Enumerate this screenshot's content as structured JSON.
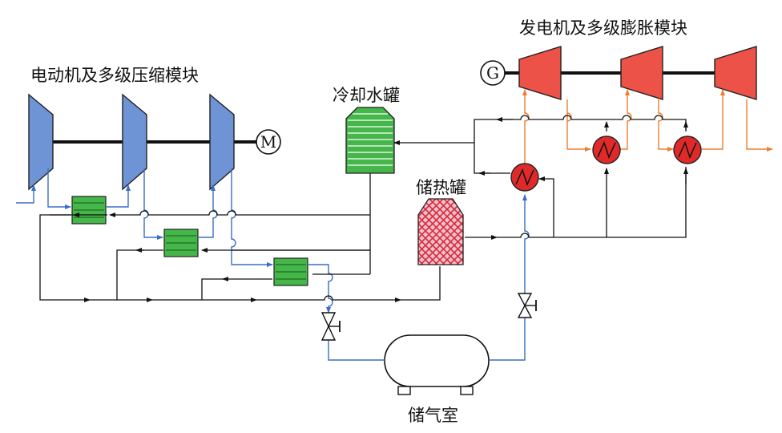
{
  "labels": {
    "motor_module": "电动机及多级压缩模块",
    "generator_module": "发电机及多级膨胀模块",
    "cooling_tank": "冷却水罐",
    "heat_tank": "储热罐",
    "gas_storage": "储气室",
    "motor_symbol": "M",
    "generator_symbol": "G"
  },
  "colors": {
    "compressor": "#6f94d6",
    "turbine": "#ec5248",
    "cooler": "#45b649",
    "cooling_tank": "#45b649",
    "heat_tank": "#e84a5f",
    "heater": "#e02a2a",
    "air_line": "#3a6fc4",
    "hot_air_line": "#ef7d2e",
    "water_line": "#111111"
  }
}
